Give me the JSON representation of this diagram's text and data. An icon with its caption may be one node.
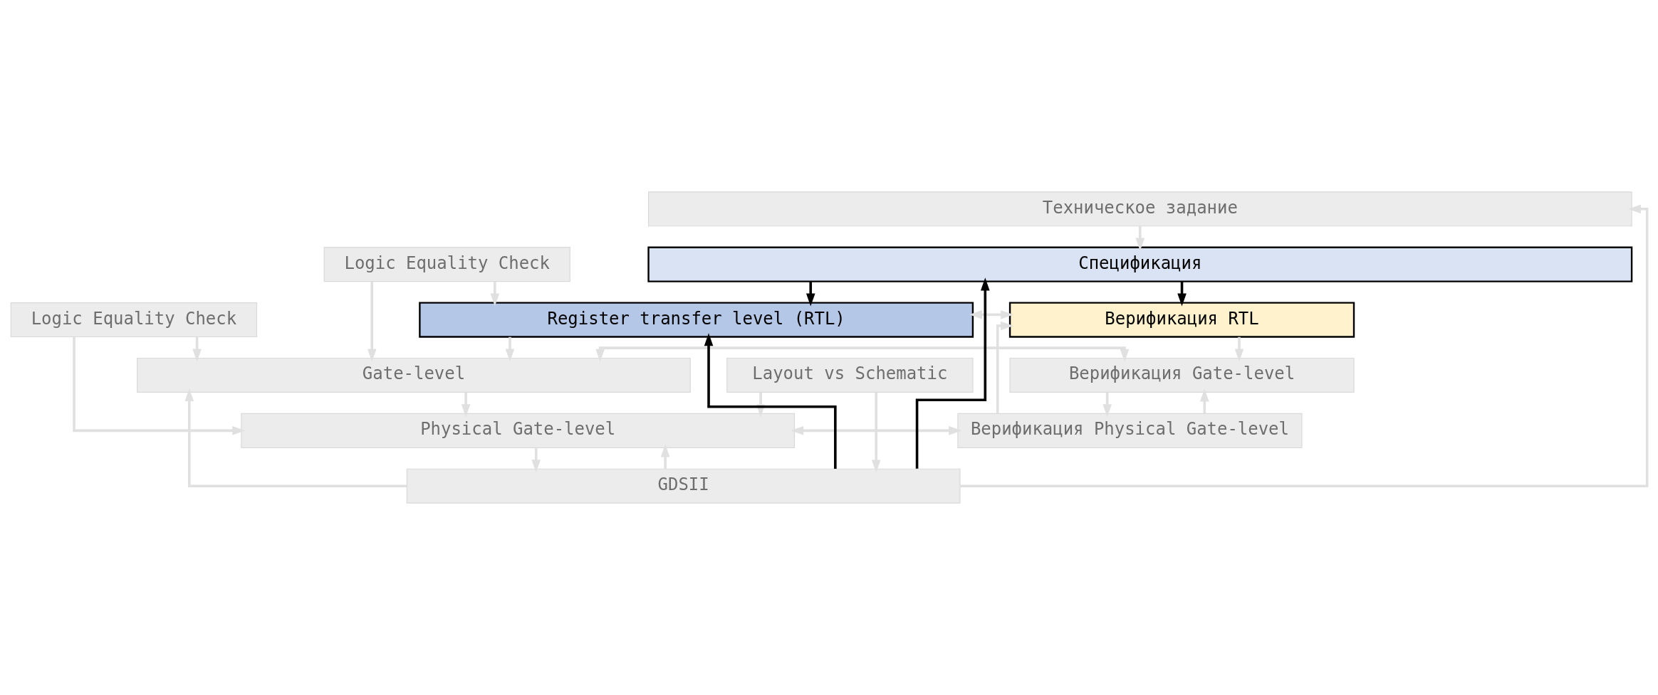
{
  "diagram": {
    "nodes": [
      {
        "text": [
          "Техническое задание"
        ]
      },
      {
        "text": [
          "Спецификация"
        ]
      },
      {
        "text": [
          "Register transfer level (RTL)"
        ]
      },
      {
        "text": [
          "Верификация RTL"
        ]
      },
      {
        "text": [
          "Logic Equality Check"
        ]
      },
      {
        "text": [
          "Gate-level"
        ]
      },
      {
        "text": [
          "Верификация Gate-level"
        ]
      },
      {
        "text": [
          "Logic Equality Check"
        ]
      },
      {
        "text": [
          "Physical Gate-level"
        ]
      },
      {
        "text": [
          "Верификация Physical Gate-level"
        ]
      },
      {
        "text": [
          "Layout vs Schematic"
        ]
      },
      {
        "text": [
          "GDSII"
        ]
      }
    ],
    "edges": [
      {
        "from": 0,
        "to": 1,
        "arrow": "to"
      },
      {
        "from": 1,
        "to": 2,
        "arrow": "to",
        "color": "#000000"
      },
      {
        "from": 1,
        "to": 3,
        "arrow": "to",
        "color": "#000000"
      },
      {
        "from": 2,
        "to": 3,
        "arrow": "both"
      },
      {
        "from": 4,
        "to": 2,
        "arrow": "to"
      },
      {
        "from": 4,
        "to": 5,
        "arrow": "to"
      },
      {
        "from": 2,
        "to": 5,
        "arrow": "to"
      },
      {
        "from": 3,
        "to": 6,
        "arrow": "to"
      },
      {
        "from": 5,
        "to": 6,
        "arrow": "both"
      },
      {
        "from": 7,
        "to": 5,
        "arrow": "to"
      },
      {
        "from": 7,
        "to": 8,
        "arrow": "to"
      },
      {
        "from": 5,
        "to": 8,
        "arrow": "to"
      },
      {
        "from": 6,
        "to": 9,
        "arrow": "to"
      },
      {
        "from": 8,
        "to": 9,
        "arrow": "both"
      },
      {
        "from": 10,
        "to": 8,
        "arrow": "to"
      },
      {
        "from": 10,
        "to": 11,
        "arrow": "to"
      },
      {
        "from": 8,
        "to": 11,
        "arrow": "to"
      },
      {
        "from": 11,
        "to": 0,
        "arrow": "to"
      },
      {
        "from": 11,
        "to": 1,
        "arrow": "to",
        "color": "#000000"
      },
      {
        "from": 11,
        "to": 2,
        "arrow": "to",
        "color": "#000000"
      },
      {
        "from": 11,
        "to": 5,
        "arrow": "to"
      },
      {
        "from": 11,
        "to": 8,
        "arrow": "to"
      },
      {
        "from": 9,
        "to": 3,
        "arrow": "to"
      },
      {
        "from": 9,
        "to": 6,
        "arrow": "to"
      }
    ]
  }
}
